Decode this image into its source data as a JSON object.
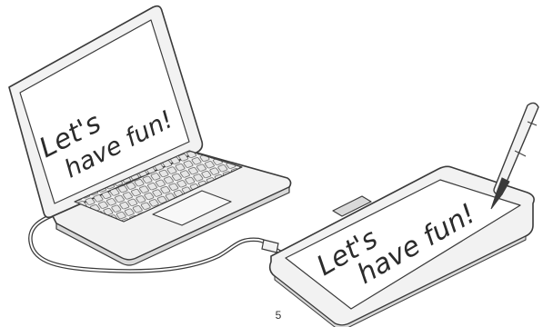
{
  "laptop": {
    "screen_text_line1": "Let's",
    "screen_text_line2": "have fun!"
  },
  "tablet": {
    "screen_text_line1": "Let's",
    "screen_text_line2": "have fun!"
  },
  "footer": {
    "page_number": "5"
  },
  "colors": {
    "outline": "#3a3a3a",
    "body_fill": "#f2f2f2",
    "screen_fill": "#ffffff",
    "key_fill": "#e6e6e6",
    "accent_fill": "#d9d9d9",
    "background": "#ffffff"
  }
}
